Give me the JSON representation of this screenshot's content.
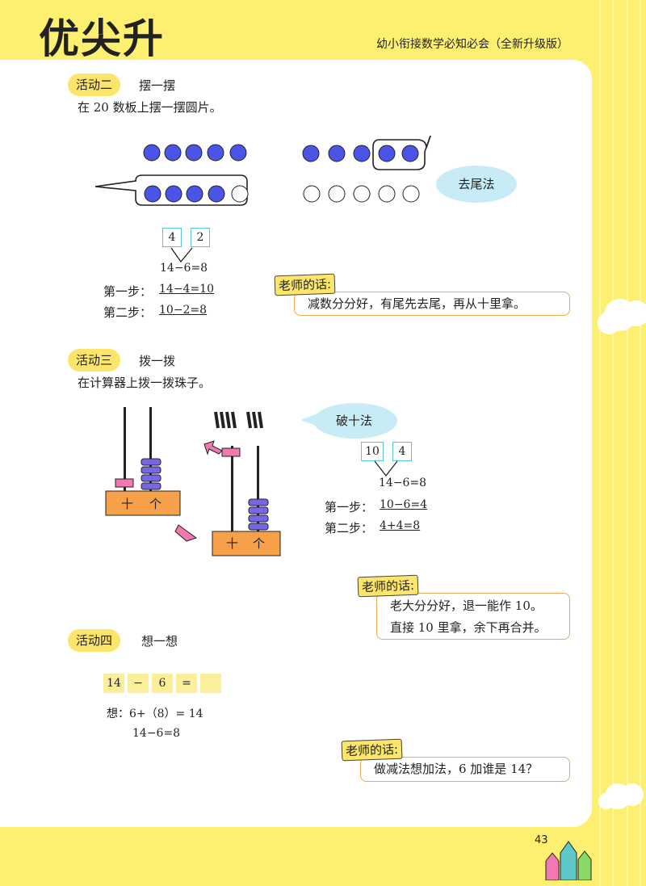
{
  "header": {
    "brand": "优尖升",
    "subtitle": "幼小衔接数学必知必会（全新升级版）"
  },
  "activity2": {
    "label": "活动二",
    "title": "摆一摆",
    "desc": "在 20 数板上摆一摆圆片。",
    "bubble": "去尾法",
    "split_left": "4",
    "split_right": "2",
    "equation": "14−6=8",
    "step1_label": "第一步：",
    "step1": "14−4=10",
    "step2_label": "第二步：",
    "step2": "10−2=8",
    "teacher_label": "老师的话:",
    "teacher_lines": [
      "减数分分好，有尾先去尾，再从十里拿。"
    ]
  },
  "activity3": {
    "label": "活动三",
    "title": "拨一拨",
    "desc": "在计算器上拨一拨珠子。",
    "abacus_tens": "十",
    "abacus_ones": "个",
    "bubble": "破十法",
    "split_left": "10",
    "split_right": "4",
    "equation": "14−6=8",
    "step1_label": "第一步：",
    "step1": "10−6=4",
    "step2_label": "第二步：",
    "step2": "4+4=8",
    "teacher_label": "老师的话:",
    "teacher_lines": [
      "老大分分好，退一能作 10。",
      "直接 10 里拿，余下再合并。"
    ]
  },
  "activity4": {
    "label": "活动四",
    "title": "想一想",
    "boxes": [
      "14",
      "−",
      "6",
      "=",
      ""
    ],
    "think_line1": "想：6+（8）= 14",
    "think_line2": "14−6=8",
    "teacher_label": "老师的话:",
    "teacher_lines": [
      "做减法想加法，6 加谁是 14？"
    ]
  },
  "page_number": "43",
  "colors": {
    "accent_yellow": "#fdf070",
    "bead_blue": "#4a55e8",
    "bead_purple": "#7766e6",
    "bead_pink": "#f07ab0",
    "abacus_base": "#f6a04a",
    "box_border": "#f2a552",
    "bubble_blue": "#c8ecf5"
  }
}
